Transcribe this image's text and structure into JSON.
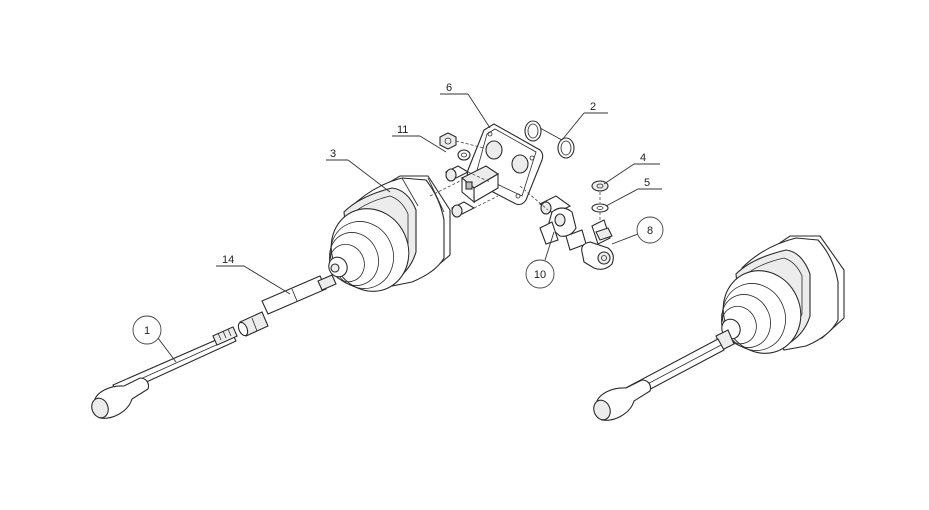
{
  "callouts": {
    "c1": "1",
    "c2": "2",
    "c3": "3",
    "c4": "4",
    "c5": "5",
    "c6": "6",
    "c8": "8",
    "c10": "10",
    "c11": "11",
    "c14": "14"
  }
}
